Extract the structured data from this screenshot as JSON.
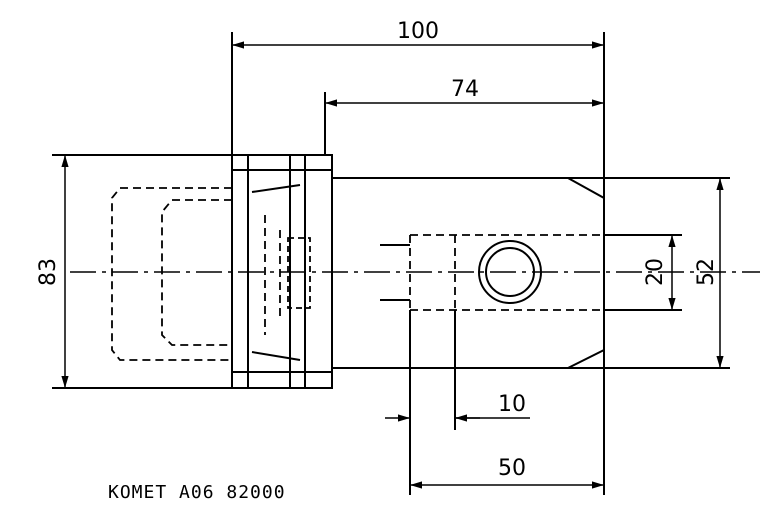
{
  "dimensions": {
    "overall_length": "100",
    "body_length": "74",
    "flange_diameter": "83",
    "bore_diameter": "20",
    "body_diameter": "52",
    "hole_offset": "10",
    "hole_length": "50"
  },
  "caption": "KOMET A06 82000",
  "line_color": "#000000",
  "background_color": "#ffffff"
}
